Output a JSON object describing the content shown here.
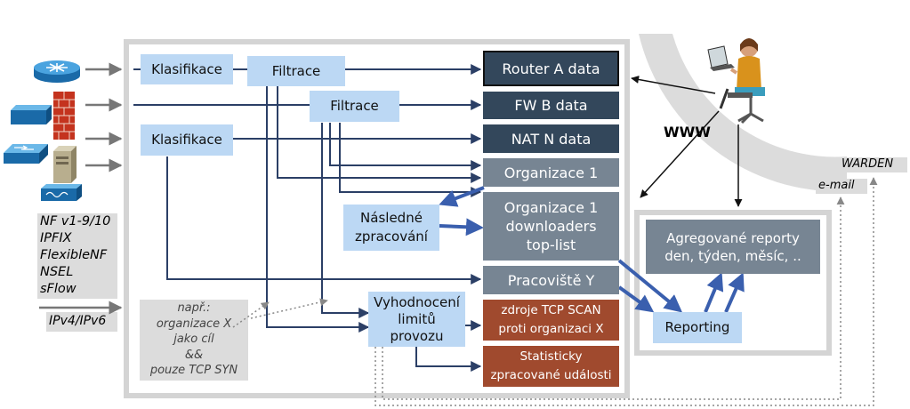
{
  "boxes": {
    "klasifikace_top": "Klasifikace",
    "filtrace_top": "Filtrace",
    "filtrace_mid": "Filtrace",
    "klasifikace_bottom": "Klasifikace",
    "nasledne_1": "Následné",
    "nasledne_2": "zpracování",
    "vyhodnoceni_1": "Vyhodnocení",
    "vyhodnoceni_2": "limitů",
    "vyhodnoceni_3": "provozu",
    "router_a": "Router A data",
    "fw_b": "FW B data",
    "nat_n": "NAT N data",
    "org1": "Organizace 1",
    "org1_down_1": "Organizace 1",
    "org1_down_2": "downloaders",
    "org1_down_3": "top-list",
    "pracoviste": "Pracoviště Y",
    "zdroje_1": "zdroje TCP SCAN",
    "zdroje_2": "proti organizaci X",
    "statisticky_1": "Statisticky",
    "statisticky_2": "zpracované události",
    "agreg_1": "Agregované reporty",
    "agreg_2": "den, týden, měsíc, ..",
    "reporting": "Reporting"
  },
  "protocols": [
    "NF v1-9/10",
    "IPFIX",
    "FlexibleNF",
    "NSEL",
    "sFlow"
  ],
  "ip_label": "IPv4/IPv6",
  "example_note": [
    "např.:",
    "organizace X",
    "jako cíl",
    "&&",
    "pouze TCP SYN"
  ],
  "www_label": "WWW",
  "warden_label": "WARDEN",
  "email_label": "e-mail",
  "colors": {
    "light_blue": "#bcd8f4",
    "dark_navy": "#33475b",
    "slate": "#778593",
    "rust": "#a04a2e",
    "arrow_dark": "#2b3f66",
    "arrow_blue": "#3a5fae",
    "frame_gray": "#d4d4d4"
  },
  "icons": [
    "router-icon",
    "firewall-icon",
    "switch-icon",
    "server-icon",
    "sensor-icon",
    "user-laptop-icon"
  ]
}
